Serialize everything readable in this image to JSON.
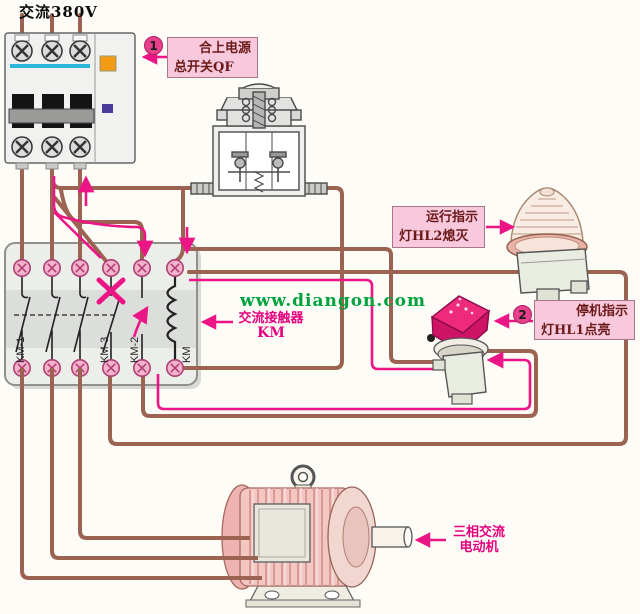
{
  "supply_label": "交流380V",
  "watermark": "www.diangon.com",
  "callouts": {
    "qf": {
      "number": "1",
      "line1": "合上电源",
      "line2": "总开关QF"
    },
    "hl2": {
      "line1": "运行指示",
      "line2": "灯HL2熄灭"
    },
    "hl1": {
      "number": "2",
      "line1": "停机指示",
      "line2": "灯HL1点亮"
    }
  },
  "contactor_label": {
    "line1": "交流接触器",
    "line2": "KM"
  },
  "motor_label": {
    "line1": "三相交流",
    "line2": "电动机"
  },
  "pole_labels": [
    "KM-1",
    "KM-3",
    "KM-2",
    "KM"
  ],
  "colors": {
    "wire_brown": "#9d6352",
    "flow_pink": "#ec1586",
    "callout_fill": "#f8c9dc",
    "callout_text": "#6b1a1a",
    "watermark_green": "#00a23c",
    "label_pink": "#e6007e",
    "breaker_cyan": "#29b6d8",
    "breaker_orange": "#f49b16",
    "breaker_purple": "#4a3a9a",
    "lamp_hl1_pink": "#ee2a7b"
  }
}
